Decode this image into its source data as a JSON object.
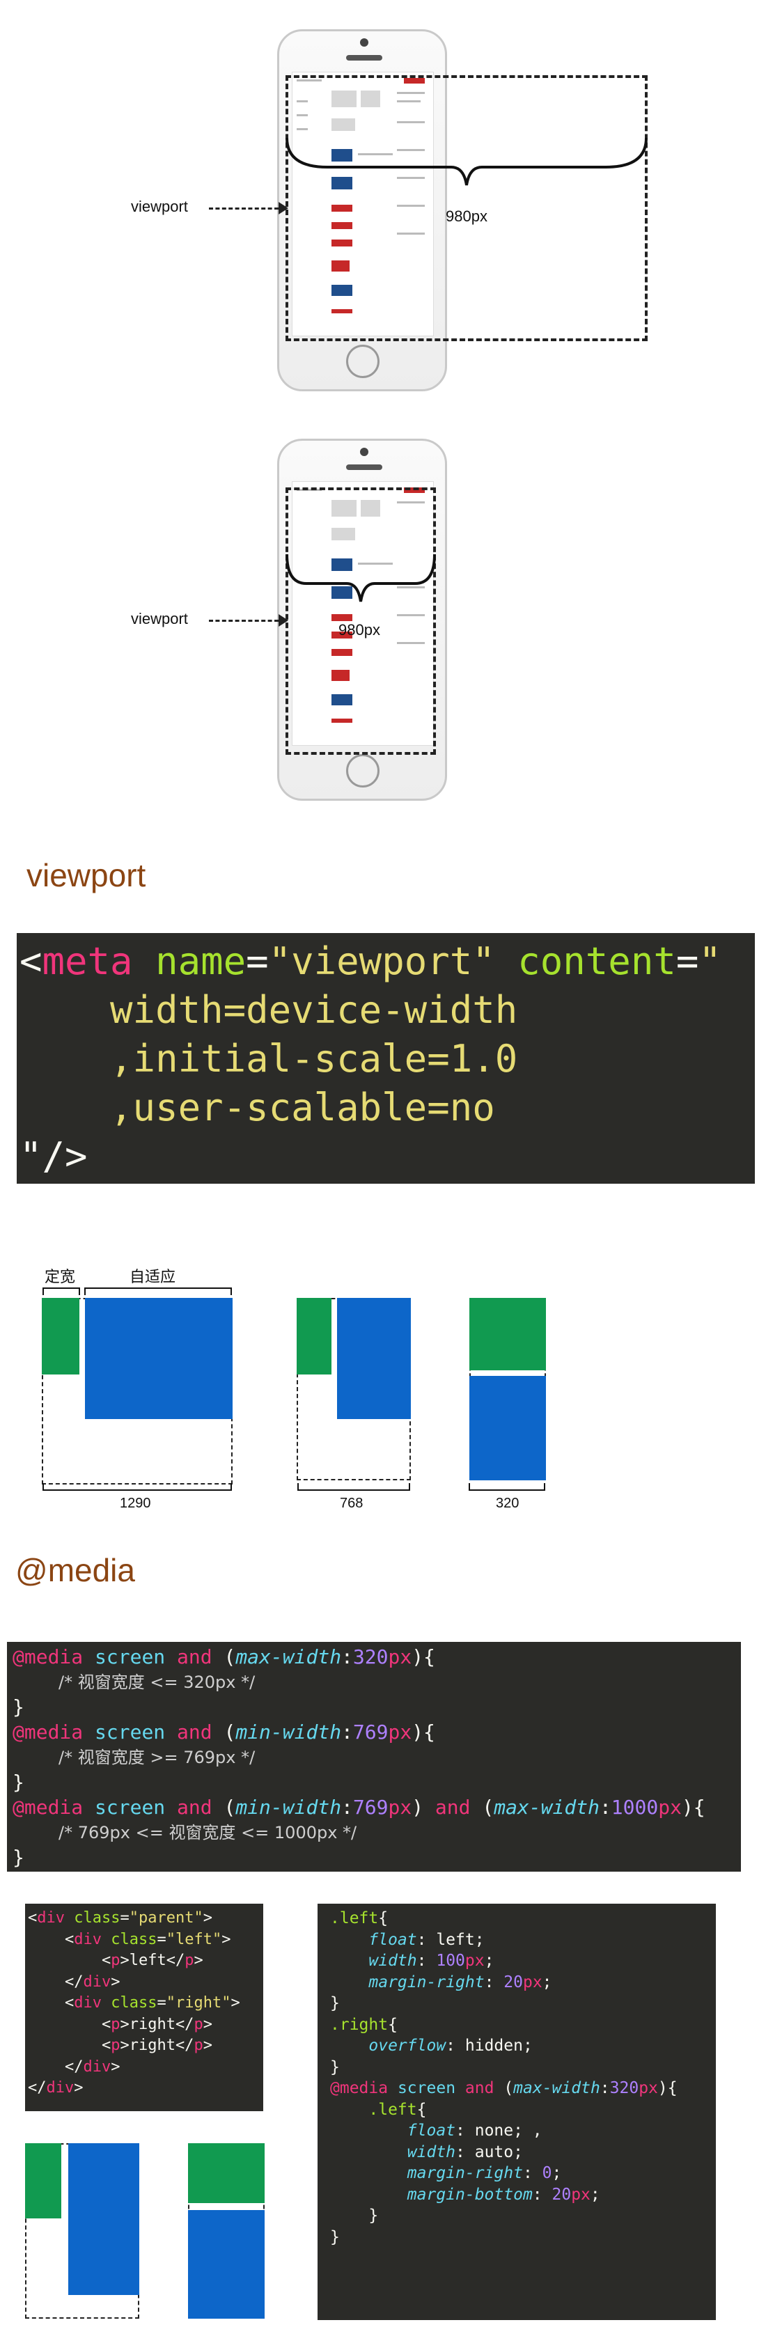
{
  "figure1": {
    "viewport_label": "viewport",
    "width_label": "980px"
  },
  "figure2": {
    "viewport_label": "viewport",
    "width_label": "980px"
  },
  "viewport_section": {
    "title": "viewport",
    "code_lines": [
      "<meta name=\"viewport\" content=\"",
      "    width=device-width",
      "    ,initial-scale=1.0",
      "    ,user-scalable=no",
      "\"/>"
    ]
  },
  "layout_diagram": {
    "fixed_label": "定宽",
    "adaptive_label": "自适应",
    "widths": [
      "1290",
      "768",
      "320"
    ]
  },
  "media_section": {
    "title": "@media",
    "comments": [
      "/* 视窗宽度 <= 320px */",
      "/* 视窗宽度 >= 769px */",
      "/* 769px <= 视窗宽度 <= 1000px */"
    ]
  },
  "html_code": {
    "lines": [
      "<div class=\"parent\">",
      "    <div class=\"left\">",
      "        <p>left</p>",
      "    </div>",
      "    <div class=\"right\">",
      "        <p>right</p>",
      "        <p>right</p>",
      "    </div>",
      "</div>"
    ]
  },
  "css_code": {
    "lines": [
      ".left{",
      "    float: left;",
      "    width: 100px;",
      "    margin-right: 20px;",
      "}",
      ".right{",
      "    overflow: hidden;",
      "}",
      "@media screen and (max-width:320px){",
      "    .left{",
      "        float: none; ,",
      "        width: auto;",
      "        margin-right: 0;",
      "        margin-bottom: 20px;",
      "    }",
      "}"
    ]
  }
}
